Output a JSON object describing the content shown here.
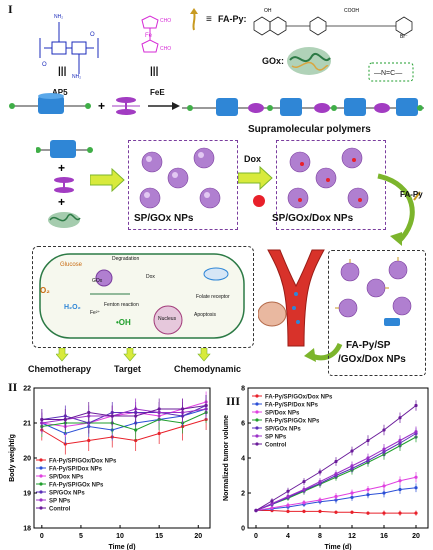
{
  "panel_I": {
    "label": "I",
    "ap5_label": "AP5",
    "fee_label": "FeE",
    "fapy_label": "FA-Py:",
    "gox_label": "GOx:",
    "supramolecular_label": "Supramolecular polymers",
    "sp_gox_label": "SP/GOx NPs",
    "dox_label": "Dox",
    "sp_gox_dox_label": "SP/GOx/Dox NPs",
    "fapy_arrow_label": "FA-Py",
    "final_np_label_1": "FA-Py/SP",
    "final_np_label_2": "/GOx/Dox NPs",
    "cell_labels": {
      "glucose": "Glucose",
      "o2": "O₂",
      "h2o2": "H₂O₂",
      "oh": "•OH",
      "dox": "Dox",
      "degradation": "Degradation",
      "fenton": "Fenton reaction",
      "folate_receptor": "Folate receptor",
      "nucleus": "Nucleus",
      "apoptosis": "Apoptosis",
      "gox_small": "GOx",
      "fe": "Fe²⁺"
    },
    "outcomes": [
      "Chemotherapy",
      "Target",
      "Chemodynamic"
    ]
  },
  "panel_II": {
    "label": "II",
    "legend": [
      {
        "name": "FA-Py/SP/GOx/Dox NPs",
        "color": "#e8202a"
      },
      {
        "name": "FA-Py/SP/Dox NPs",
        "color": "#2b4fd6"
      },
      {
        "name": "SP/Dox NPs",
        "color": "#e040e0"
      },
      {
        "name": "FA-Py/SP/GOx NPs",
        "color": "#1f9e2c"
      },
      {
        "name": "SP/GOx NPs",
        "color": "#5a2fb8"
      },
      {
        "name": "SP NPs",
        "color": "#9b30c8"
      },
      {
        "name": "Control",
        "color": "#6a1b9a"
      }
    ]
  },
  "panel_III": {
    "label": "III"
  },
  "chart_data": [
    {
      "type": "line",
      "xlabel": "Time (d)",
      "ylabel": "Body weight/g",
      "xlim": [
        -1,
        21.5
      ],
      "ylim": [
        18,
        22
      ],
      "xticks": [
        0,
        5,
        10,
        15,
        20
      ],
      "yticks": [
        18,
        19,
        20,
        21,
        22
      ],
      "x": [
        0,
        3,
        6,
        9,
        12,
        15,
        18,
        21
      ],
      "series": [
        {
          "name": "FA-Py/SP/GOx/Dox NPs",
          "color": "#e8202a",
          "values": [
            20.8,
            20.4,
            20.5,
            20.6,
            20.5,
            20.7,
            20.9,
            21.1
          ],
          "err": [
            0.3,
            0.3,
            0.3,
            0.3,
            0.3,
            0.3,
            0.4,
            0.3
          ]
        },
        {
          "name": "FA-Py/SP/Dox NPs",
          "color": "#2b4fd6",
          "values": [
            21.0,
            20.7,
            20.9,
            20.8,
            21.0,
            21.1,
            21.2,
            21.4
          ],
          "err": [
            0.3,
            0.3,
            0.3,
            0.3,
            0.3,
            0.3,
            0.3,
            0.3
          ]
        },
        {
          "name": "SP/Dox NPs",
          "color": "#e040e0",
          "values": [
            21.0,
            20.9,
            21.0,
            21.2,
            21.3,
            21.2,
            21.4,
            21.6
          ],
          "err": [
            0.3,
            0.3,
            0.3,
            0.3,
            0.3,
            0.3,
            0.3,
            0.3
          ]
        },
        {
          "name": "FA-Py/SP/GOx NPs",
          "color": "#1f9e2c",
          "values": [
            20.9,
            21.0,
            21.0,
            21.0,
            20.8,
            21.1,
            21.0,
            21.3
          ],
          "err": [
            0.3,
            0.3,
            0.3,
            0.3,
            0.3,
            0.3,
            0.3,
            0.3
          ]
        },
        {
          "name": "SP/GOx NPs",
          "color": "#5a2fb8",
          "values": [
            21.1,
            21.2,
            21.0,
            21.3,
            21.3,
            21.3,
            21.2,
            21.5
          ],
          "err": [
            0.3,
            0.3,
            0.3,
            0.3,
            0.3,
            0.3,
            0.3,
            0.3
          ]
        },
        {
          "name": "SP NPs",
          "color": "#9b30c8",
          "values": [
            21.0,
            21.1,
            21.2,
            21.2,
            21.4,
            21.3,
            21.3,
            21.4
          ],
          "err": [
            0.3,
            0.3,
            0.3,
            0.3,
            0.3,
            0.3,
            0.3,
            0.3
          ]
        },
        {
          "name": "Control",
          "color": "#6a1b9a",
          "values": [
            21.1,
            21.1,
            21.3,
            21.2,
            21.2,
            21.4,
            21.4,
            21.5
          ],
          "err": [
            0.3,
            0.3,
            0.3,
            0.3,
            0.3,
            0.3,
            0.3,
            0.3
          ]
        }
      ]
    },
    {
      "type": "line",
      "xlabel": "Time (d)",
      "ylabel": "Normalized tumor volume",
      "xlim": [
        -1,
        21.5
      ],
      "ylim": [
        0,
        8
      ],
      "xticks": [
        0,
        4,
        8,
        12,
        16,
        20
      ],
      "yticks": [
        0,
        2,
        4,
        6,
        8
      ],
      "x": [
        0,
        2,
        4,
        6,
        8,
        10,
        12,
        14,
        16,
        18,
        20
      ],
      "series": [
        {
          "name": "FA-Py/SP/GOx/Dox NPs",
          "color": "#e8202a",
          "values": [
            1.0,
            1.0,
            0.95,
            0.95,
            0.95,
            0.9,
            0.9,
            0.85,
            0.85,
            0.85,
            0.85
          ],
          "err": [
            0.1,
            0.1,
            0.1,
            0.1,
            0.1,
            0.1,
            0.1,
            0.1,
            0.15,
            0.15,
            0.15
          ]
        },
        {
          "name": "FA-Py/SP/Dox NPs",
          "color": "#2b4fd6",
          "values": [
            1.0,
            1.1,
            1.2,
            1.35,
            1.5,
            1.6,
            1.75,
            1.9,
            2.0,
            2.2,
            2.3
          ],
          "err": [
            0.1,
            0.1,
            0.15,
            0.15,
            0.15,
            0.2,
            0.2,
            0.2,
            0.25,
            0.25,
            0.25
          ]
        },
        {
          "name": "SP/Dox NPs",
          "color": "#e040e0",
          "values": [
            1.0,
            1.15,
            1.3,
            1.45,
            1.6,
            1.8,
            2.0,
            2.2,
            2.4,
            2.7,
            2.9
          ],
          "err": [
            0.1,
            0.1,
            0.15,
            0.15,
            0.15,
            0.2,
            0.2,
            0.2,
            0.25,
            0.25,
            0.3
          ]
        },
        {
          "name": "FA-Py/SP/GOx NPs",
          "color": "#1f9e2c",
          "values": [
            1.0,
            1.35,
            1.7,
            2.1,
            2.5,
            2.9,
            3.3,
            3.75,
            4.2,
            4.7,
            5.2
          ],
          "err": [
            0.1,
            0.15,
            0.15,
            0.2,
            0.2,
            0.2,
            0.25,
            0.25,
            0.3,
            0.3,
            0.3
          ]
        },
        {
          "name": "SP/GOx NPs",
          "color": "#5a2fb8",
          "values": [
            1.0,
            1.35,
            1.75,
            2.15,
            2.55,
            3.0,
            3.4,
            3.85,
            4.35,
            4.85,
            5.4
          ],
          "err": [
            0.1,
            0.15,
            0.15,
            0.2,
            0.2,
            0.2,
            0.25,
            0.25,
            0.3,
            0.3,
            0.3
          ]
        },
        {
          "name": "SP NPs",
          "color": "#9b30c8",
          "values": [
            1.0,
            1.4,
            1.8,
            2.2,
            2.65,
            3.1,
            3.55,
            4.0,
            4.5,
            5.0,
            5.5
          ],
          "err": [
            0.1,
            0.15,
            0.15,
            0.2,
            0.2,
            0.2,
            0.25,
            0.25,
            0.3,
            0.3,
            0.3
          ]
        },
        {
          "name": "Control",
          "color": "#6a1b9a",
          "values": [
            1.0,
            1.55,
            2.1,
            2.65,
            3.2,
            3.8,
            4.4,
            5.0,
            5.6,
            6.3,
            7.0
          ],
          "err": [
            0.1,
            0.15,
            0.2,
            0.2,
            0.2,
            0.25,
            0.25,
            0.3,
            0.3,
            0.3,
            0.3
          ]
        }
      ]
    }
  ]
}
